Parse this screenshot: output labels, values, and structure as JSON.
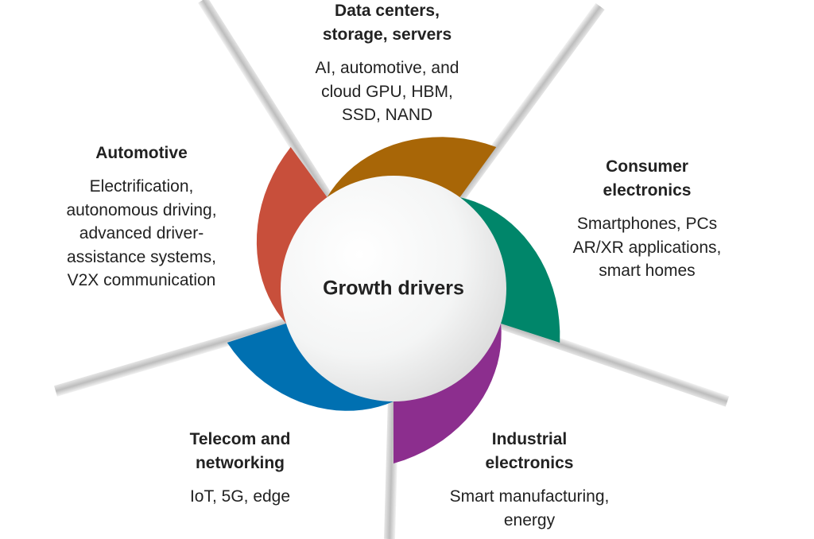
{
  "center": {
    "label": "Growth drivers"
  },
  "segments": [
    {
      "id": "automotive",
      "color": "#c84f3b",
      "title": [
        "Automotive"
      ],
      "body": [
        "Electrification,",
        "autonomous driving,",
        "advanced driver-",
        "assistance systems,",
        "V2X communication"
      ]
    },
    {
      "id": "data-centers",
      "color": "#a86607",
      "title": [
        "Data centers,",
        "storage, servers"
      ],
      "body": [
        "AI, automotive, and",
        "cloud GPU, HBM,",
        "SSD, NAND"
      ]
    },
    {
      "id": "consumer",
      "color": "#00866a",
      "title": [
        "Consumer",
        "electronics"
      ],
      "body": [
        "Smartphones, PCs",
        "AR/XR applications,",
        "smart homes"
      ]
    },
    {
      "id": "industrial",
      "color": "#8c2e8e",
      "title": [
        "Industrial",
        "electronics"
      ],
      "body": [
        "Smart manufacturing,",
        "energy"
      ]
    },
    {
      "id": "telecom",
      "color": "#0070b1",
      "title": [
        "Telecom and",
        "networking"
      ],
      "body": [
        "IoT, 5G, edge"
      ]
    }
  ]
}
